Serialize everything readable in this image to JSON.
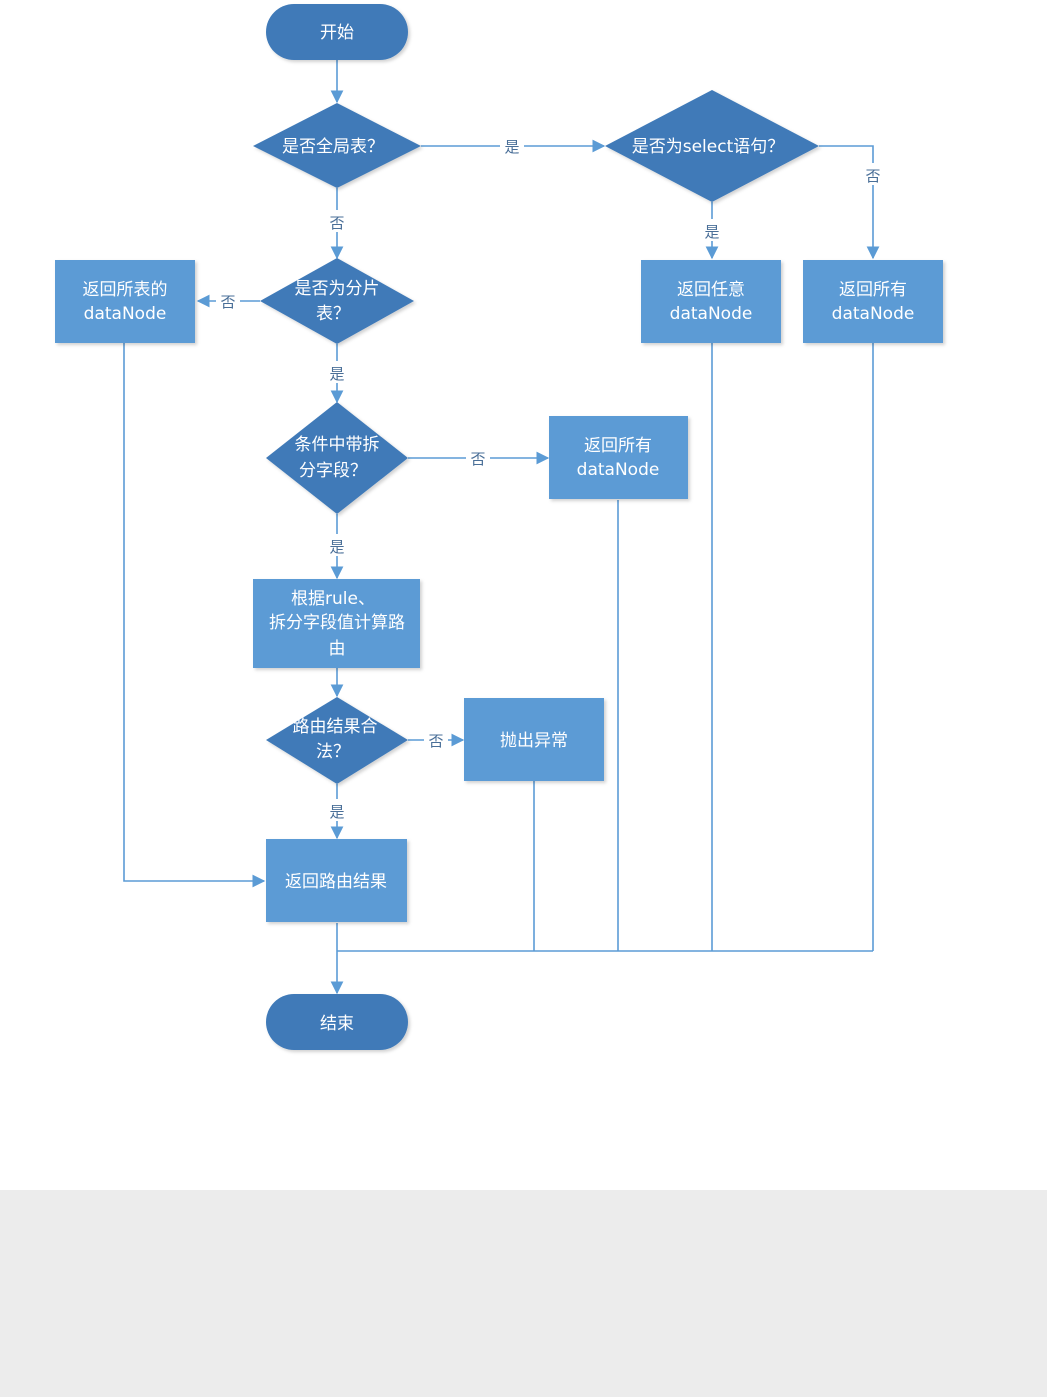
{
  "colors": {
    "node_fill": "#3f7ab8",
    "node_fill_light": "#5b9bd5",
    "edge": "#5b9bd5",
    "node_text": "#ffffff",
    "edge_label": "#4a6f98",
    "footer_band": "#ececec"
  },
  "nodes": {
    "start": "开始",
    "q_global": "是否全局表？",
    "q_select": "是否为select语句？",
    "q_shard_1": "是否为分片",
    "q_shard_2": "表？",
    "return_all_tables_1": "返回所表的",
    "return_all_tables_2": "dataNode",
    "return_any_1": "返回任意",
    "return_any_2": "dataNode",
    "return_all_a_1": "返回所有",
    "return_all_a_2": "dataNode",
    "q_split_1": "条件中带拆",
    "q_split_2": "分字段？",
    "return_all_b_1": "返回所有",
    "return_all_b_2": "dataNode",
    "compute_1": "根据rule、",
    "compute_2": "拆分字段值计算路",
    "compute_3": "由",
    "q_valid_1": "路由结果合",
    "q_valid_2": "法？",
    "throw": "抛出异常",
    "return_route": "返回路由结果",
    "end": "结束"
  },
  "edge_labels": {
    "global_yes": "是",
    "global_no": "否",
    "select_yes": "是",
    "select_no": "否",
    "shard_no": "否",
    "shard_yes": "是",
    "split_no": "否",
    "split_yes": "是",
    "valid_no": "否",
    "valid_yes": "是"
  }
}
